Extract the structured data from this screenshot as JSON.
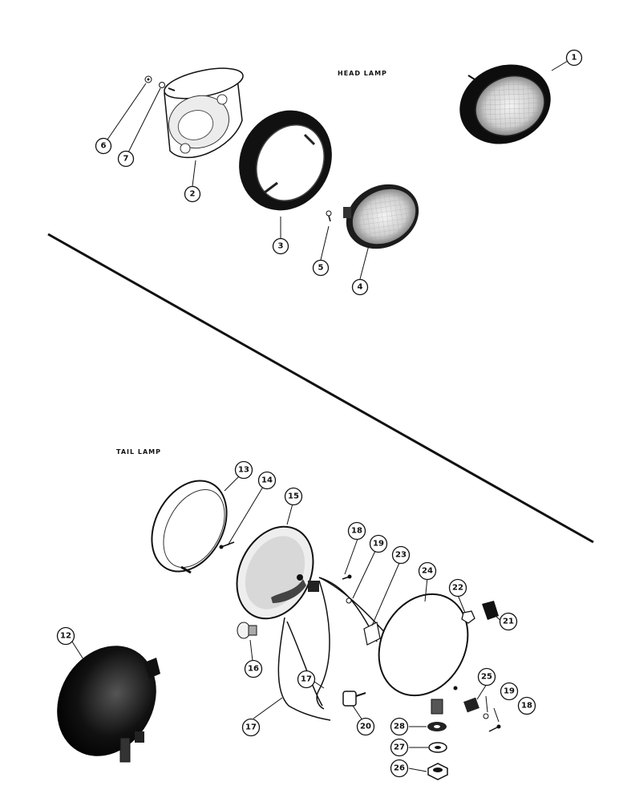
{
  "headings": {
    "head_lamp": "HEAD LAMP",
    "tail_lamp": "TAIL LAMP"
  },
  "callouts": {
    "c1": "1",
    "c2": "2",
    "c3": "3",
    "c4": "4",
    "c5": "5",
    "c6": "6",
    "c7": "7",
    "c12": "12",
    "c13": "13",
    "c14": "14",
    "c15": "15",
    "c16": "16",
    "c17a": "17",
    "c17b": "17",
    "c18a": "18",
    "c18b": "18",
    "c19a": "19",
    "c19b": "19",
    "c20": "20",
    "c21": "21",
    "c22": "22",
    "c23": "23",
    "c24": "24",
    "c25": "25",
    "c26": "26",
    "c27": "27",
    "c28": "28"
  }
}
